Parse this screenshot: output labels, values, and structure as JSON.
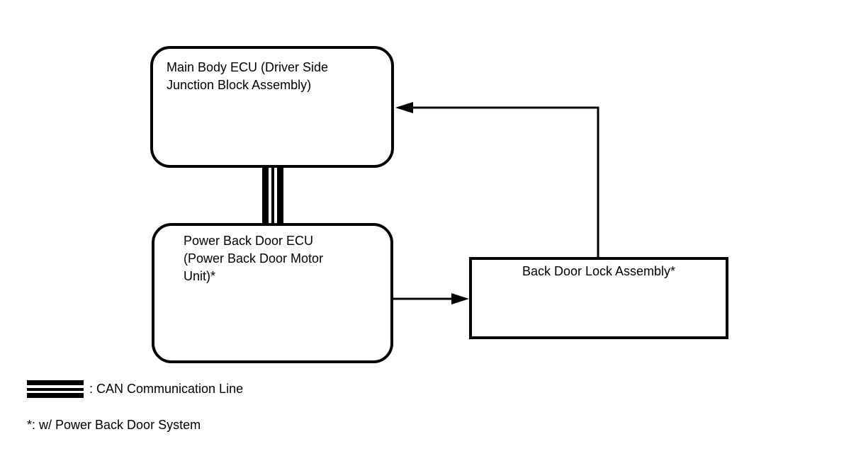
{
  "diagram": {
    "nodes": {
      "main_body_ecu": {
        "label": "Main Body ECU (Driver Side\nJunction Block Assembly)",
        "shape": "rounded-rectangle"
      },
      "power_back_door_ecu": {
        "label": "Power Back Door ECU\n(Power Back Door Motor\nUnit)*",
        "shape": "rounded-rectangle"
      },
      "back_door_lock_assembly": {
        "label": "Back Door Lock Assembly*",
        "shape": "rectangle"
      }
    },
    "connections": [
      {
        "from": "main_body_ecu",
        "to": "power_back_door_ecu",
        "type": "can-communication-line"
      },
      {
        "from": "power_back_door_ecu",
        "to": "back_door_lock_assembly",
        "type": "arrow"
      },
      {
        "from": "back_door_lock_assembly",
        "to": "main_body_ecu",
        "type": "arrow"
      }
    ],
    "legend": {
      "symbol": "can-line-stripes",
      "label": ": CAN Communication Line"
    },
    "footnote": "*: w/ Power Back Door System",
    "colors": {
      "line": "#000000",
      "background": "#ffffff"
    }
  }
}
